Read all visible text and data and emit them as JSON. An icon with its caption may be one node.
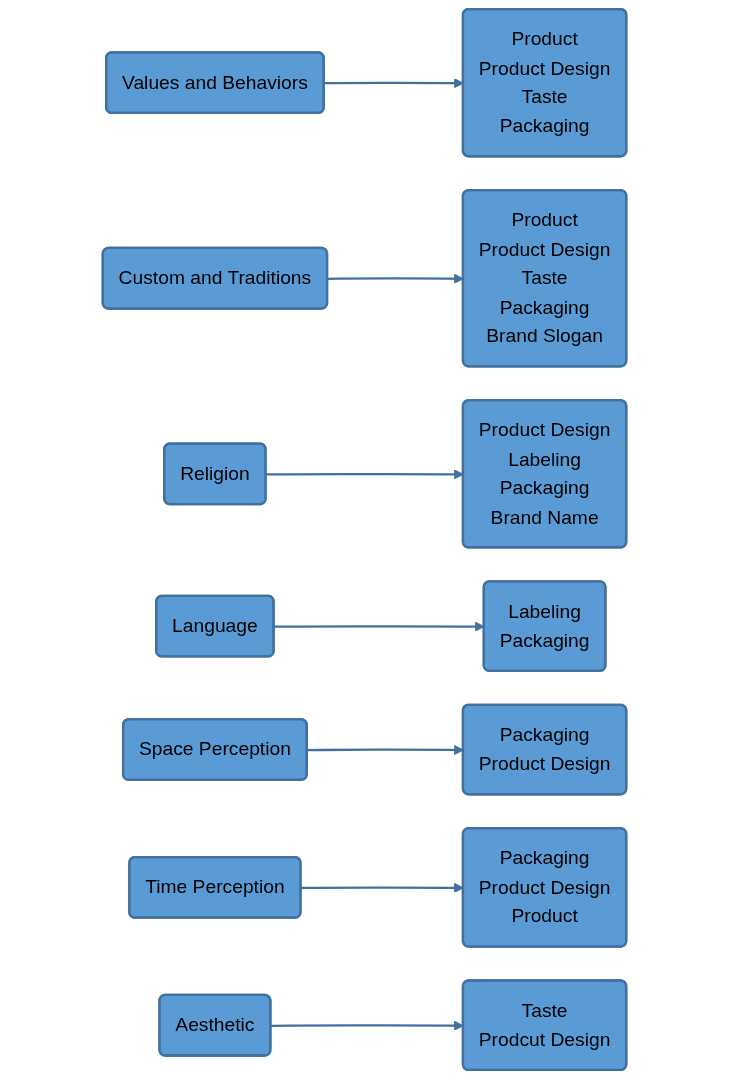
{
  "diagram": {
    "nodes": [
      {
        "text": [
          "Values and Behaviors"
        ]
      },
      {
        "text": [
          "Product",
          "Product Design",
          "Taste",
          "Packaging"
        ]
      },
      {
        "text": [
          "Custom and Traditions"
        ]
      },
      {
        "text": [
          "Product",
          "Product Design",
          "Taste",
          "Packaging",
          "Brand Slogan"
        ]
      },
      {
        "text": [
          "Religion"
        ]
      },
      {
        "text": [
          "Product Design",
          "Labeling",
          "Packaging",
          "Brand Name"
        ]
      },
      {
        "text": [
          "Language"
        ]
      },
      {
        "text": [
          "Labeling",
          "Packaging"
        ]
      },
      {
        "text": [
          "Space Perception"
        ]
      },
      {
        "text": [
          "Packaging",
          "Product Design"
        ]
      },
      {
        "text": [
          "Time Perception"
        ]
      },
      {
        "text": [
          "Packaging",
          "Product Design",
          "Product"
        ]
      },
      {
        "text": [
          "Aesthetic"
        ]
      },
      {
        "text": [
          "Taste",
          "Prodcut Design"
        ]
      }
    ],
    "edges": [
      {
        "from": 0,
        "to": 1,
        "arrow": "to"
      },
      {
        "from": 2,
        "to": 3,
        "arrow": "to"
      },
      {
        "from": 4,
        "to": 5,
        "arrow": "to"
      },
      {
        "from": 6,
        "to": 7,
        "arrow": "to"
      },
      {
        "from": 8,
        "to": 9,
        "arrow": "to"
      },
      {
        "from": 10,
        "to": 11,
        "arrow": "to"
      },
      {
        "from": 12,
        "to": 13,
        "arrow": "to"
      }
    ]
  }
}
